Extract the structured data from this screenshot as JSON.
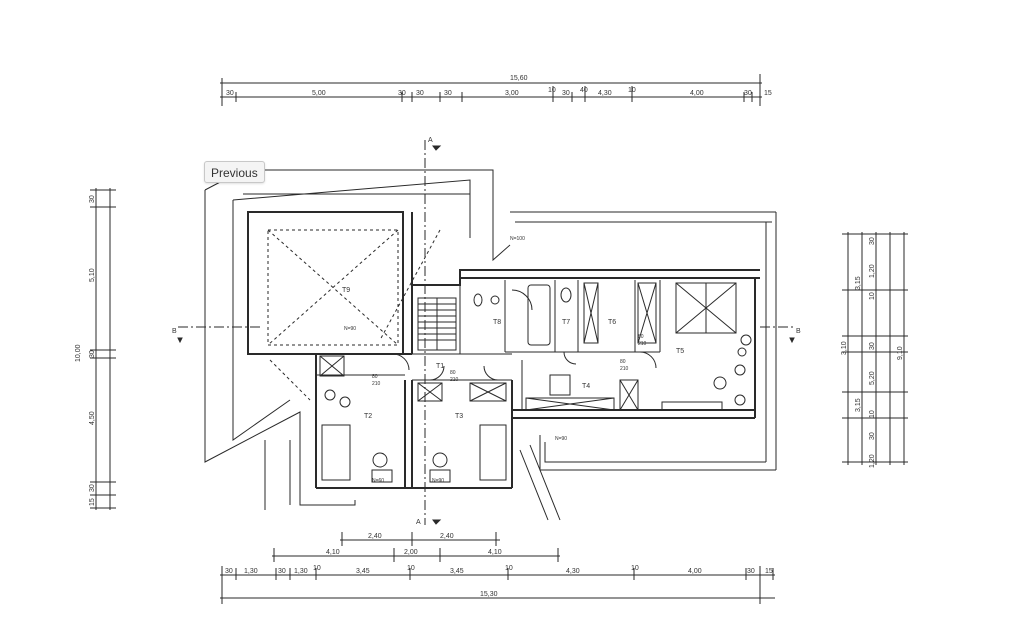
{
  "viewer": {
    "previous_label": "Previous"
  },
  "plan": {
    "dims_top": [
      "15,60",
      "30",
      "5,00",
      "30",
      "30",
      "30",
      "3,00",
      "10",
      "30",
      "40",
      "4,30",
      "10",
      "4,00",
      "30",
      "15"
    ],
    "dims_bottom_inner": [
      "2,40",
      "2,40",
      "4,10",
      "2,00",
      "4,10"
    ],
    "dims_bottom": [
      "30",
      "1,30",
      "30",
      "1,30",
      "10",
      "3,45",
      "10",
      "3,45",
      "10",
      "4,30",
      "10",
      "4,00",
      "30",
      "15",
      "15,30"
    ],
    "dims_left": [
      "30",
      "5,10",
      "30",
      "10,00",
      "4,50",
      "30",
      "15"
    ],
    "dims_right": [
      "3,15",
      "3,10",
      "3,15",
      "30",
      "1,20",
      "10",
      "30",
      "5,20",
      "10",
      "30",
      "1,20",
      "9,10"
    ],
    "rooms": [
      "T9",
      "T1",
      "T2",
      "T3",
      "T4",
      "T5",
      "T6",
      "T7",
      "T8"
    ],
    "section_marks": [
      "A",
      "A",
      "B",
      "B"
    ],
    "small_labels": [
      "N=100",
      "N=60",
      "N=90",
      "N=90",
      "N=90",
      "80",
      "210",
      "80",
      "210",
      "80",
      "210",
      "80",
      "210"
    ]
  }
}
